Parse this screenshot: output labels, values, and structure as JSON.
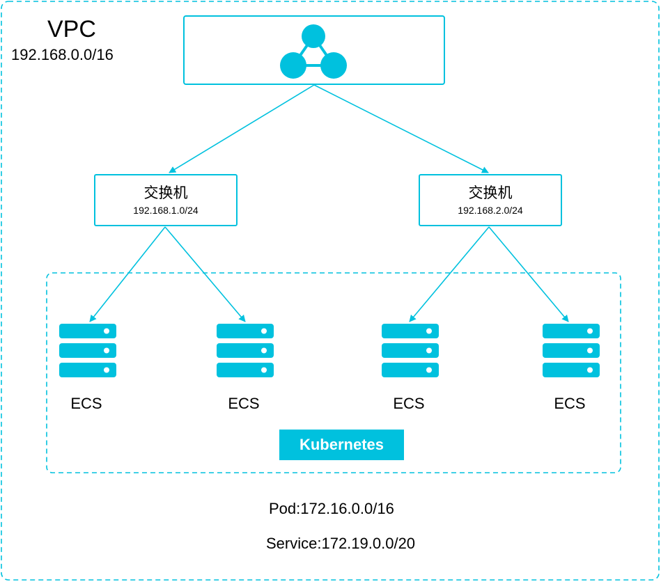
{
  "colors": {
    "accent": "#00C1DE",
    "text": "#000000",
    "background": "#FFFFFF"
  },
  "vpc": {
    "title": "VPC",
    "cidr": "192.168.0.0/16"
  },
  "router": {
    "icon": "router-network-icon"
  },
  "switches": [
    {
      "label": "交换机",
      "cidr": "192.168.1.0/24"
    },
    {
      "label": "交换机",
      "cidr": "192.168.2.0/24"
    }
  ],
  "ecs_nodes": [
    {
      "label": "ECS",
      "icon": "server-icon"
    },
    {
      "label": "ECS",
      "icon": "server-icon"
    },
    {
      "label": "ECS",
      "icon": "server-icon"
    },
    {
      "label": "ECS",
      "icon": "server-icon"
    }
  ],
  "cluster": {
    "label": "Kubernetes"
  },
  "networks": {
    "pod": "Pod:172.16.0.0/16",
    "service": "Service:172.19.0.0/20"
  }
}
